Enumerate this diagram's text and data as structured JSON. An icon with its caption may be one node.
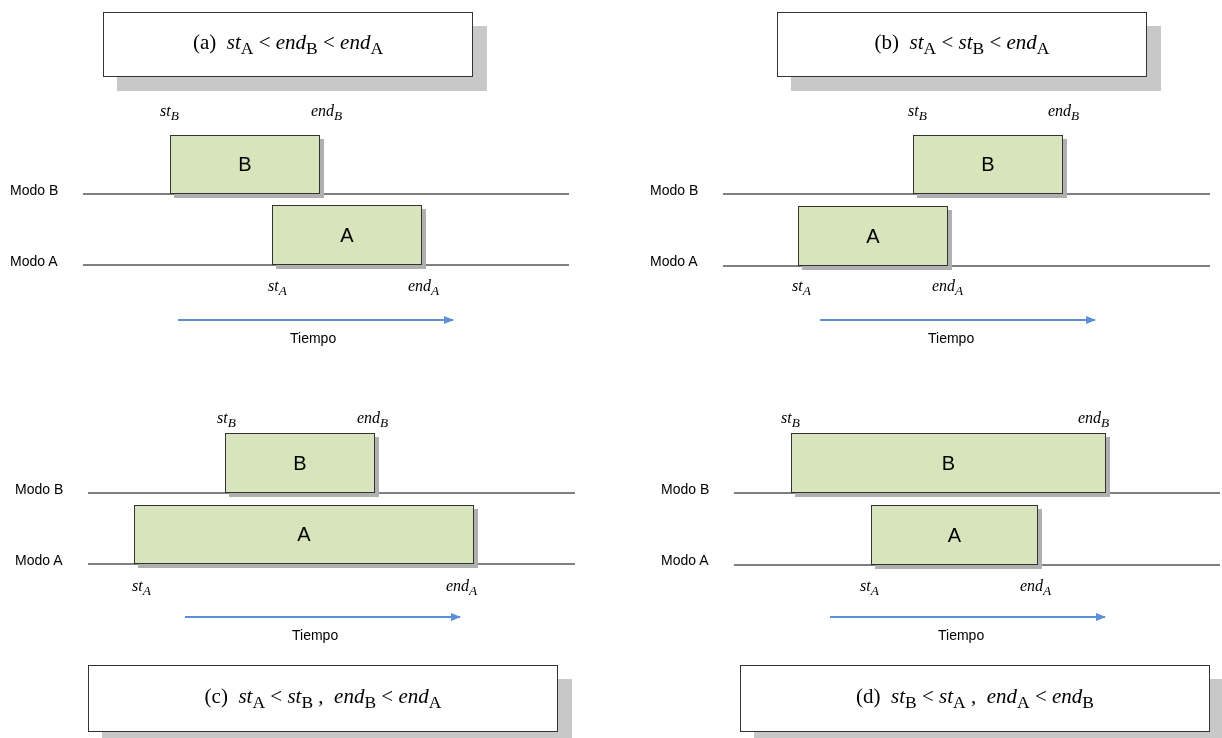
{
  "diagram": {
    "nodes": [
      {
        "text": [
          "(a)  *st*$_{A}$ < *end*$_{B}$ < *end*$_{A}$"
        ]
      },
      {
        "text": [
          "(b)  *st*$_{A}$ < *st*$_{B}$ < *end*$_{A}$"
        ]
      },
      {
        "text": [
          "B"
        ]
      },
      {
        "text": [
          "B"
        ]
      },
      {
        "text": [
          "A"
        ]
      },
      {
        "text": [
          "A"
        ]
      },
      {
        "text": [
          "B"
        ]
      },
      {
        "text": [
          "B"
        ]
      },
      {
        "text": [
          "A"
        ]
      },
      {
        "text": [
          "A"
        ]
      },
      {
        "text": [
          "(c)  *st*$_{A}$ < *st*$_{B}$ ,  *end*$_{B}$ < *end*$_{A}$"
        ]
      },
      {
        "text": [
          "(d)  *st*$_{B}$ < *st*$_{A}$ ,  *end*$_{A}$ < *end*$_{B}$"
        ]
      }
    ],
    "labels": [
      "st$_{B}$",
      "end$_{B}$",
      "st$_{B}$",
      "end$_{B}$",
      "Modo B",
      "Modo B",
      "Modo A",
      "Modo A",
      "st$_{A}$",
      "end$_{A}$",
      "st$_{A}$",
      "end$_{A}$",
      "Tiempo",
      "Tiempo",
      "st$_{B}$",
      "end$_{B}$",
      "st$_{B}$",
      "end$_{B}$",
      "Modo B",
      "Modo B",
      "Modo A",
      "Modo A",
      "st$_{A}$",
      "end$_{A}$",
      "st$_{A}$",
      "end$_{A}$",
      "Tiempo",
      "Tiempo"
    ]
  }
}
